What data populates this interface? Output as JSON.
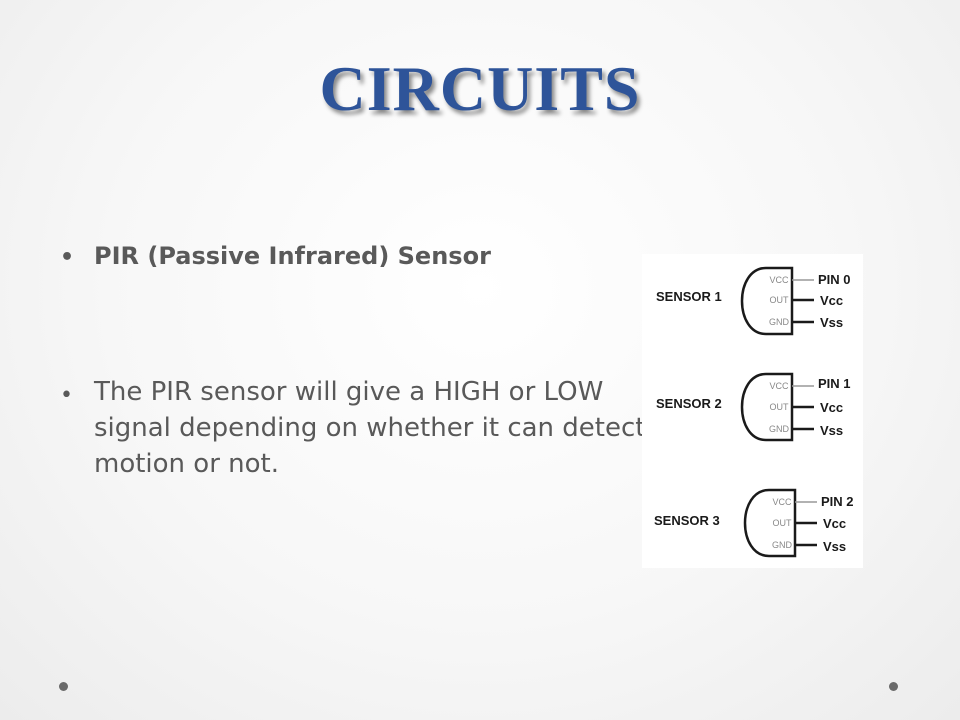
{
  "slide": {
    "title": "CIRCUITS",
    "bullets": [
      "PIR (Passive Infrared) Sensor",
      "The PIR sensor will give a HIGH or LOW signal depending on whether it can detect motion or not."
    ]
  },
  "diagram": {
    "sensors": [
      {
        "label": "SENSOR 1",
        "pin_labels": [
          "VCC",
          "OUT",
          "GND"
        ],
        "connections": [
          "PIN 0",
          "Vcc",
          "Vss"
        ]
      },
      {
        "label": "SENSOR 2",
        "pin_labels": [
          "VCC",
          "OUT",
          "GND"
        ],
        "connections": [
          "PIN 1",
          "Vcc",
          "Vss"
        ]
      },
      {
        "label": "SENSOR 3",
        "pin_labels": [
          "VCC",
          "OUT",
          "GND"
        ],
        "connections": [
          "PIN 2",
          "Vcc",
          "Vss"
        ]
      }
    ]
  },
  "colors": {
    "title": "#2e5499",
    "body_text": "#595959",
    "diagram_ink": "#1a1a1a"
  }
}
